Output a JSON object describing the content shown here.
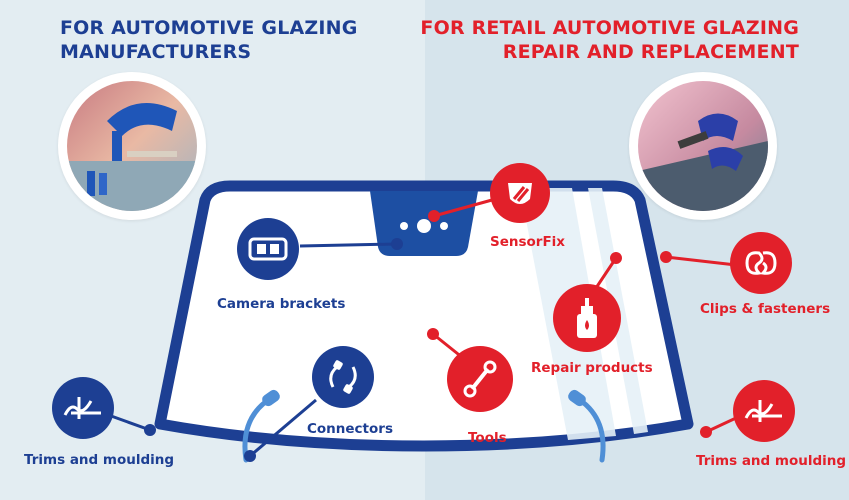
{
  "headings": {
    "left": {
      "line1": "FOR AUTOMOTIVE GLAZING",
      "line2": "MANUFACTURERS"
    },
    "right": {
      "line1": "FOR RETAIL AUTOMOTIVE GLAZING",
      "line2": "REPAIR AND REPLACEMENT"
    }
  },
  "colors": {
    "brand_blue": "#1d3f93",
    "brand_red": "#e2202a",
    "glass_border": "#1d3f93"
  },
  "photos": {
    "left": {
      "icon": "factory-robot-photo"
    },
    "right": {
      "icon": "windshield-repair-photo"
    }
  },
  "products": {
    "camera_brackets": {
      "label": "Camera brackets",
      "icon": "camera-bracket-icon"
    },
    "connectors": {
      "label": "Connectors",
      "icon": "connector-cable-icon"
    },
    "trims_left": {
      "label": "Trims and moulding",
      "icon": "trim-moulding-icon"
    },
    "sensorfix": {
      "label": "SensorFix",
      "icon": "sensor-icon"
    },
    "clips": {
      "label": "Clips & fasteners",
      "icon": "clip-icon"
    },
    "repair": {
      "label": "Repair products",
      "icon": "resin-bottle-icon"
    },
    "tools": {
      "label": "Tools",
      "icon": "tool-icon"
    },
    "trims_right": {
      "label": "Trims and moulding",
      "icon": "trim-moulding-icon"
    }
  }
}
